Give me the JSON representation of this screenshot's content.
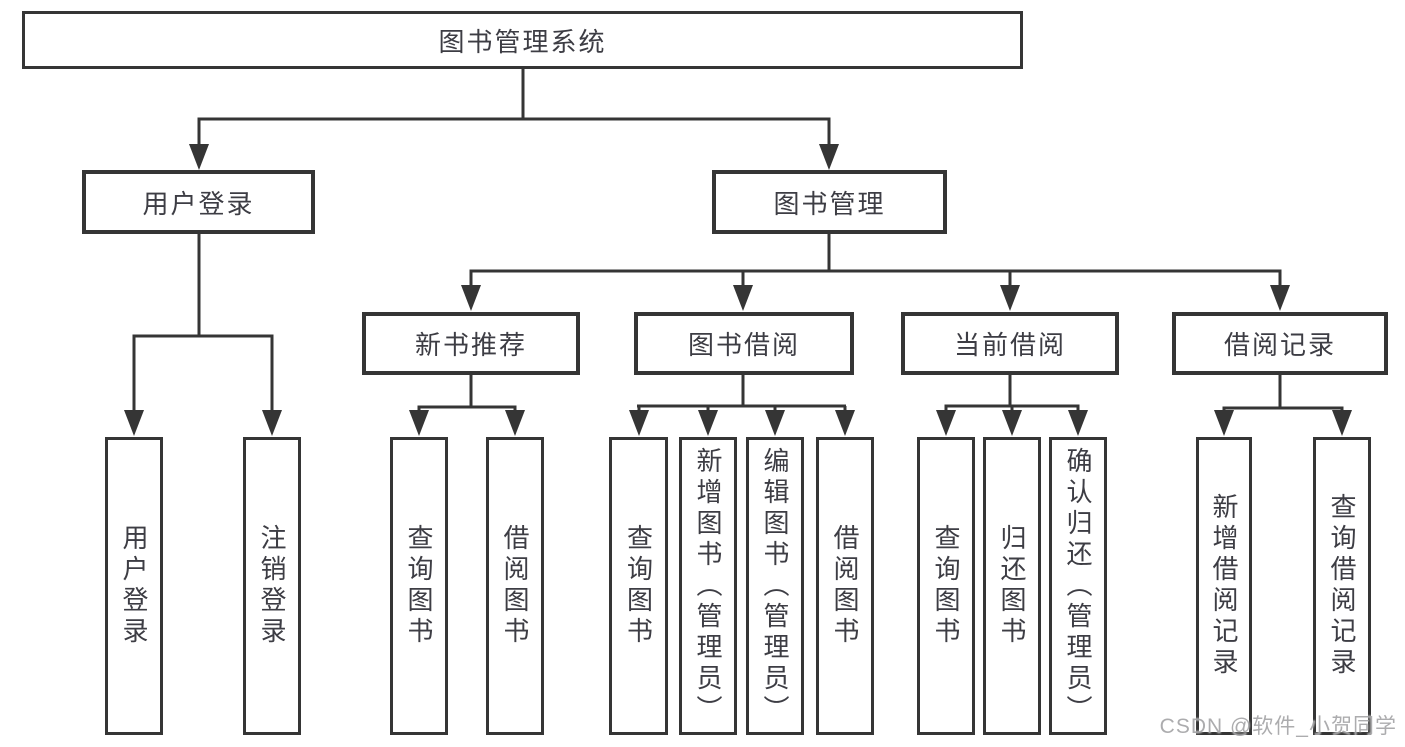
{
  "diagram": {
    "type": "hierarchy-tree",
    "colors": {
      "line": "#353535",
      "box_border": "#353535",
      "text": "#3d3d44",
      "background": "#ffffff",
      "watermark": "#9e9ea0"
    },
    "tree": {
      "root": {
        "label": "图书管理系统",
        "children": [
          {
            "label": "用户登录",
            "children": [
              {
                "label": "用户登录"
              },
              {
                "label": "注销登录"
              }
            ]
          },
          {
            "label": "图书管理",
            "children": [
              {
                "label": "新书推荐",
                "children": [
                  {
                    "label": "查询图书"
                  },
                  {
                    "label": "借阅图书"
                  }
                ]
              },
              {
                "label": "图书借阅",
                "children": [
                  {
                    "label": "查询图书"
                  },
                  {
                    "label": "新增图书（管理员）"
                  },
                  {
                    "label": "编辑图书（管理员）"
                  },
                  {
                    "label": "借阅图书"
                  }
                ]
              },
              {
                "label": "当前借阅",
                "children": [
                  {
                    "label": "查询图书"
                  },
                  {
                    "label": "归还图书"
                  },
                  {
                    "label": "确认归还（管理员）"
                  }
                ]
              },
              {
                "label": "借阅记录",
                "children": [
                  {
                    "label": "新增借阅记录"
                  },
                  {
                    "label": "查询借阅记录"
                  }
                ]
              }
            ]
          }
        ]
      }
    }
  },
  "watermark": "CSDN @软件_小贺同学"
}
